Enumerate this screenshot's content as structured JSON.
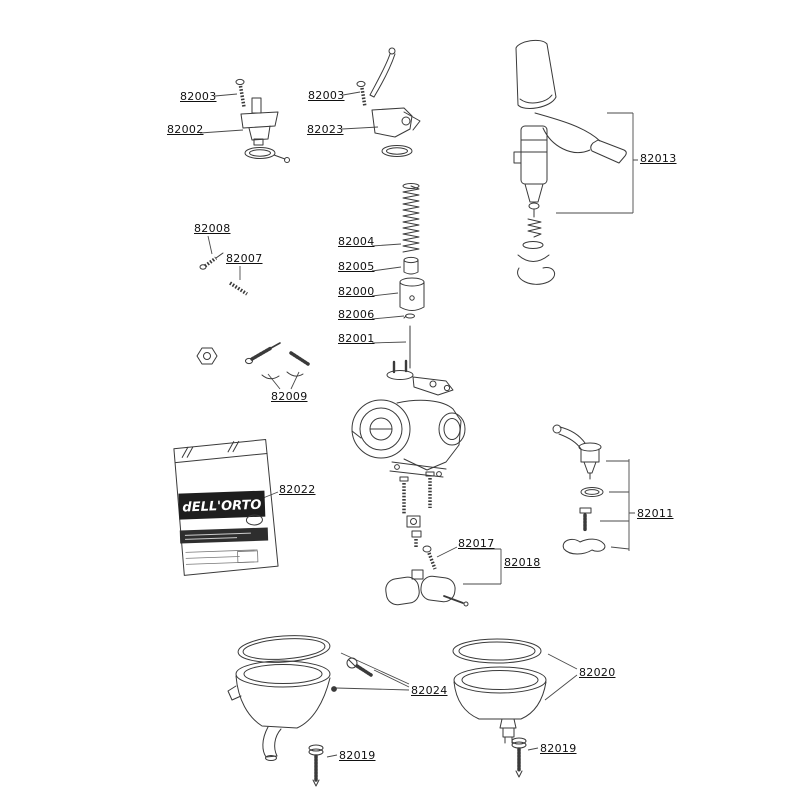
{
  "diagram": {
    "kind": "exploded-parts-diagram",
    "colors": {
      "line": "#3a3a3a",
      "background": "#ffffff",
      "bag_band": "#1e1e1e"
    }
  },
  "bag": {
    "brand": "dELL'ORTO"
  },
  "labels": [
    {
      "id": "82003",
      "text": "82003"
    },
    {
      "id": "82002",
      "text": "82002"
    },
    {
      "id": "82003",
      "text": "82003"
    },
    {
      "id": "82023",
      "text": "82023"
    },
    {
      "id": "82013",
      "text": "82013"
    },
    {
      "id": "82008",
      "text": "82008"
    },
    {
      "id": "82007",
      "text": "82007"
    },
    {
      "id": "82004",
      "text": "82004"
    },
    {
      "id": "82005",
      "text": "82005"
    },
    {
      "id": "82000",
      "text": "82000"
    },
    {
      "id": "82006",
      "text": "82006"
    },
    {
      "id": "82001",
      "text": "82001"
    },
    {
      "id": "82009",
      "text": "82009"
    },
    {
      "id": "82022",
      "text": "82022"
    },
    {
      "id": "82017",
      "text": "82017"
    },
    {
      "id": "82018",
      "text": "82018"
    },
    {
      "id": "82011",
      "text": "82011"
    },
    {
      "id": "82024",
      "text": "82024"
    },
    {
      "id": "82020",
      "text": "82020"
    },
    {
      "id": "82019",
      "text": "82019"
    },
    {
      "id": "82019",
      "text": "82019"
    }
  ]
}
